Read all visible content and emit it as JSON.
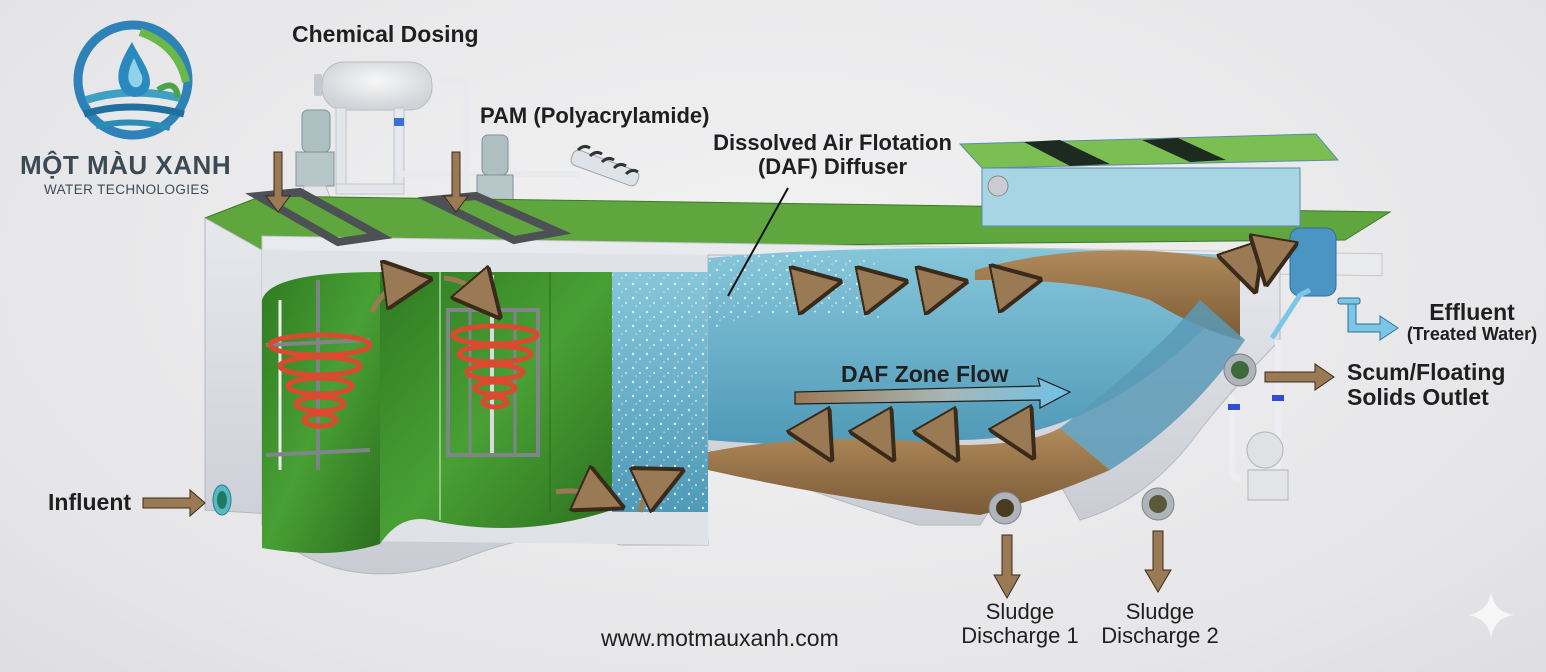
{
  "brand": {
    "name": "MỘT MÀU XANH",
    "tagline": "WATER TECHNOLOGIES",
    "logo_icon": "water-drop-wave-logo",
    "website": "www.motmauxanh.com"
  },
  "labels": {
    "chemical_dosing": "Chemical Dosing",
    "pam": "PAM (Polyacrylamide)",
    "daf_diffuser_line1": "Dissolved Air Flotation",
    "daf_diffuser_line2": "(DAF) Diffuser",
    "daf_zone_flow": "DAF Zone Flow",
    "influent": "Influent",
    "effluent_line1": "Effluent",
    "effluent_line2": "(Treated Water)",
    "scum_line1": "Scum/Floating",
    "scum_line2": "Solids Outlet",
    "sludge1_line1": "Sludge",
    "sludge1_line2": "Discharge 1",
    "sludge2_line1": "Sludge",
    "sludge2_line2": "Discharge 2"
  },
  "colors": {
    "tank_green": "#3f8f2f",
    "water_blue": "#6fb6cf",
    "sludge_brown": "#9c7a4e",
    "arrow_brown": "#9a7a55",
    "arrow_blue": "#7cc6e6",
    "coil_red": "#d94a2e",
    "concrete": "#d9dbe0"
  },
  "decor": {
    "sparkle_icon": "sparkle-icon"
  }
}
